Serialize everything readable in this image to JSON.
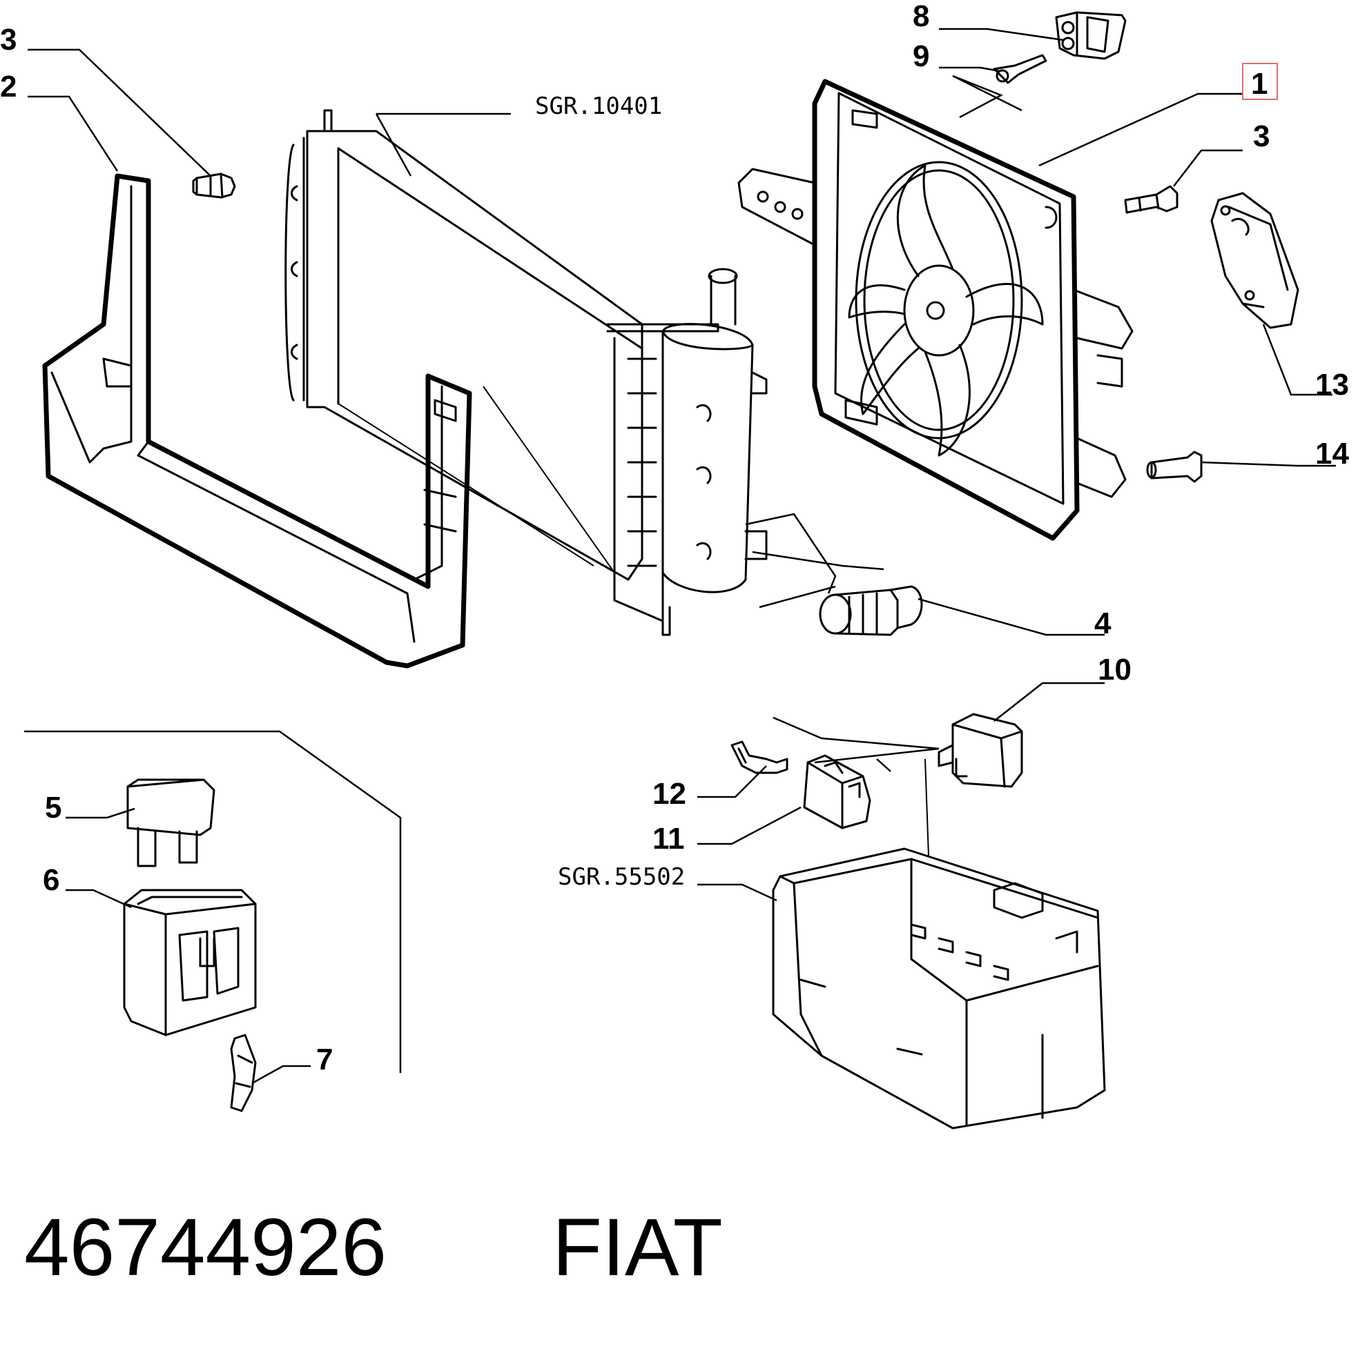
{
  "callouts": {
    "c1": "1",
    "c2": "2",
    "c3a": "3",
    "c3b": "3",
    "c4": "4",
    "c5": "5",
    "c6": "6",
    "c7": "7",
    "c8": "8",
    "c9": "9",
    "c10": "10",
    "c11": "11",
    "c12": "12",
    "c13": "13",
    "c14": "14"
  },
  "references": {
    "radiator": "SGR.10401",
    "battery_tray": "SGR.55502"
  },
  "footer": {
    "part_number": "46744926",
    "brand": "FIAT"
  },
  "colors": {
    "line": "#000000",
    "background": "#ffffff",
    "highlight_box": "#e26b6b"
  }
}
